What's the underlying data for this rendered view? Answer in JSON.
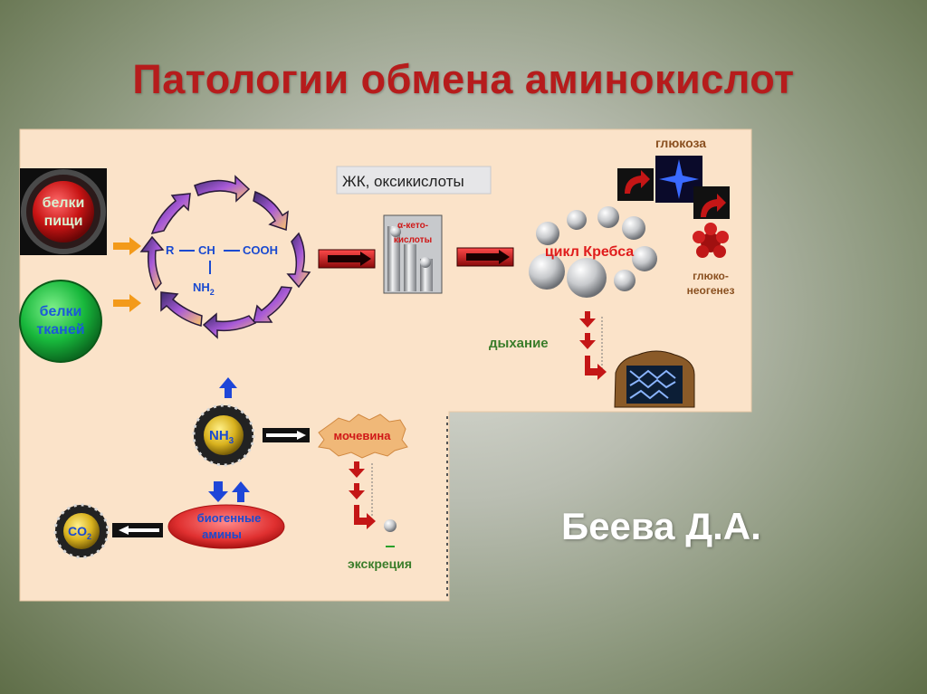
{
  "slide": {
    "title": "Патологии обмена аминокислот",
    "author": "Беева Д.А."
  },
  "diagram": {
    "food_proteins": [
      "белки",
      "пищи"
    ],
    "tissue_proteins": [
      "белки",
      "тканей"
    ],
    "amino_formula": {
      "r": "R",
      "ch": "CH",
      "cooh": "COOH",
      "nh2": "NH",
      "nh2_sub": "2"
    },
    "fatty_acids": "ЖК, оксикислоты",
    "keto_acids": [
      "α-кето-",
      "кислоты"
    ],
    "krebs_cycle": "цикл Кребса",
    "glucose": "глюкоза",
    "gluconeogenesis": [
      "глюко-",
      "неогенез"
    ],
    "respiration": "дыхание",
    "ammonia": "NH",
    "ammonia_sub": "3",
    "urea": "мочевина",
    "excretion": "экскреция",
    "biogenic_amines": [
      "биогенные",
      "амины"
    ],
    "co2": "CO",
    "co2_sub": "2"
  },
  "colors": {
    "title": "#b61c1c",
    "panel": "#fbe3c9",
    "arrow_red": "#c0181a",
    "arrow_blue": "#1e46d8",
    "label_green": "#3a7d2a",
    "label_brown": "#8a5020"
  }
}
